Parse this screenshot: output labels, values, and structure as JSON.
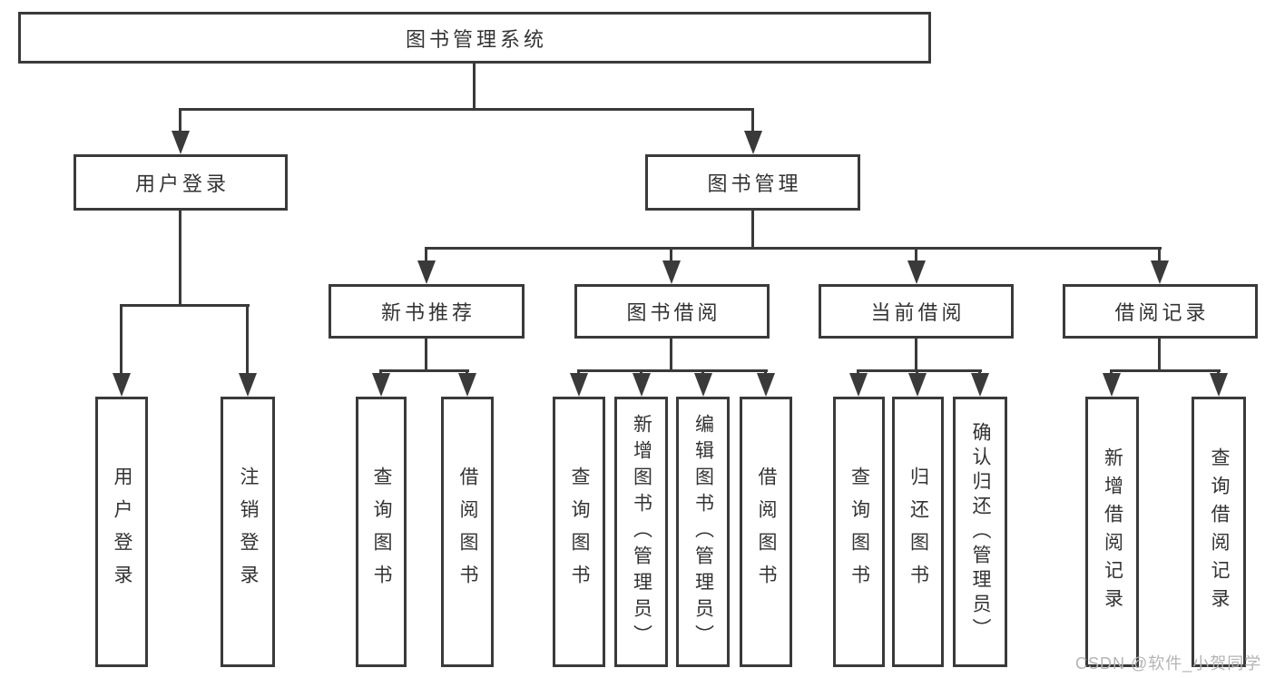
{
  "diagram": {
    "root": {
      "label": "图书管理系统"
    },
    "level2": [
      {
        "label": "用户登录"
      },
      {
        "label": "图书管理"
      }
    ],
    "level3": [
      {
        "label": "新书推荐"
      },
      {
        "label": "图书借阅"
      },
      {
        "label": "当前借阅"
      },
      {
        "label": "借阅记录"
      }
    ],
    "leaves": [
      {
        "label": "用户登录"
      },
      {
        "label": "注销登录"
      },
      {
        "label": "查询图书"
      },
      {
        "label": "借阅图书"
      },
      {
        "label": "查询图书"
      },
      {
        "label": "新增图书（管理员）"
      },
      {
        "label": "编辑图书（管理员）"
      },
      {
        "label": "借阅图书"
      },
      {
        "label": "查询图书"
      },
      {
        "label": "归还图书"
      },
      {
        "label": "确认归还（管理员）"
      },
      {
        "label": "新增借阅记录"
      },
      {
        "label": "查询借阅记录"
      }
    ]
  },
  "watermark": "CSDN @软件_小贺同学",
  "colors": {
    "line": "#3a3a3a",
    "text": "#333333",
    "watermark": "#b4b4b4",
    "background": "#ffffff"
  }
}
